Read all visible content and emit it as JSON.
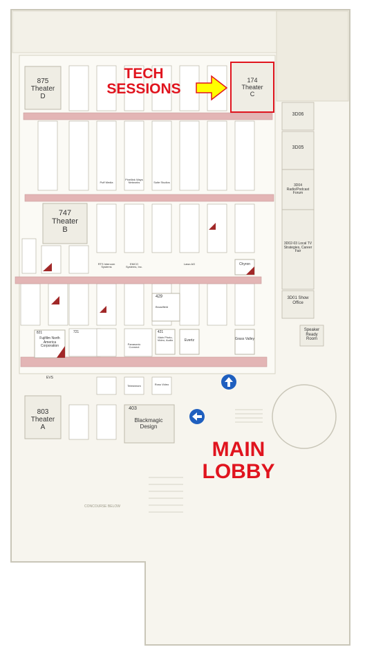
{
  "theaters": {
    "t875": {
      "number": "875",
      "name": "Theater",
      "letter": "D"
    },
    "t174": {
      "number": "174",
      "name": "Theater",
      "letter": "C"
    },
    "t747": {
      "number": "747",
      "name": "Theater",
      "letter": "B"
    },
    "t803": {
      "number": "803",
      "name": "Theater",
      "letter": "A"
    }
  },
  "rooms": {
    "r3d06": "3D06",
    "r3d05": "3D05",
    "r3d04": "3D04 Radio/Podcast Forum",
    "r3d0203": "3D02-03 Local TV Strategies, Career Fair",
    "r3d01": "3D01 Show Office",
    "speaker": "Speaker Ready Room",
    "concourse": "CONCOURSE BELOW"
  },
  "exhibitors": {
    "blackmagic_no": "403",
    "blackmagic": "Blackmagic Design",
    "fujifilm_no": "821",
    "fujifilm": "Fujifilm North America Corporation",
    "b721": "721",
    "b429": "429",
    "b421": "421",
    "main_photo": "Main Photo, Video, Audio",
    "evertz": "Evertz",
    "grass": "Grass Valley",
    "chyron": "Chyron",
    "lawo": "Lawo AG",
    "rts": "RTS Intercom Systems",
    "emco": "EMCO Systems, Inc.",
    "evs": "EVS",
    "puff": "Puff Media",
    "pixel": "Pixellink Ways Networks",
    "suite": "Suite Studios",
    "broadfield": "Broadfield",
    "telestream": "Telestream",
    "rosss": "Ross Video",
    "panasonic": "Panasonic Connect"
  },
  "labels": {
    "tech_line1": "TECH",
    "tech_line2": "SESSIONS",
    "lobby_line1": "MAIN",
    "lobby_line2": "LOBBY"
  },
  "colors": {
    "floor": "#f7f5ee",
    "outline": "#c9c6b8",
    "divider": "#e3b5b5",
    "highlight": "#e0141e",
    "arrow_fill": "#ffff00",
    "nav_blue": "#1f5fbf"
  },
  "icons": {
    "arrow_up": "arrow-up-icon",
    "arrow_left": "arrow-left-icon",
    "pointer": "arrow-right-icon"
  }
}
